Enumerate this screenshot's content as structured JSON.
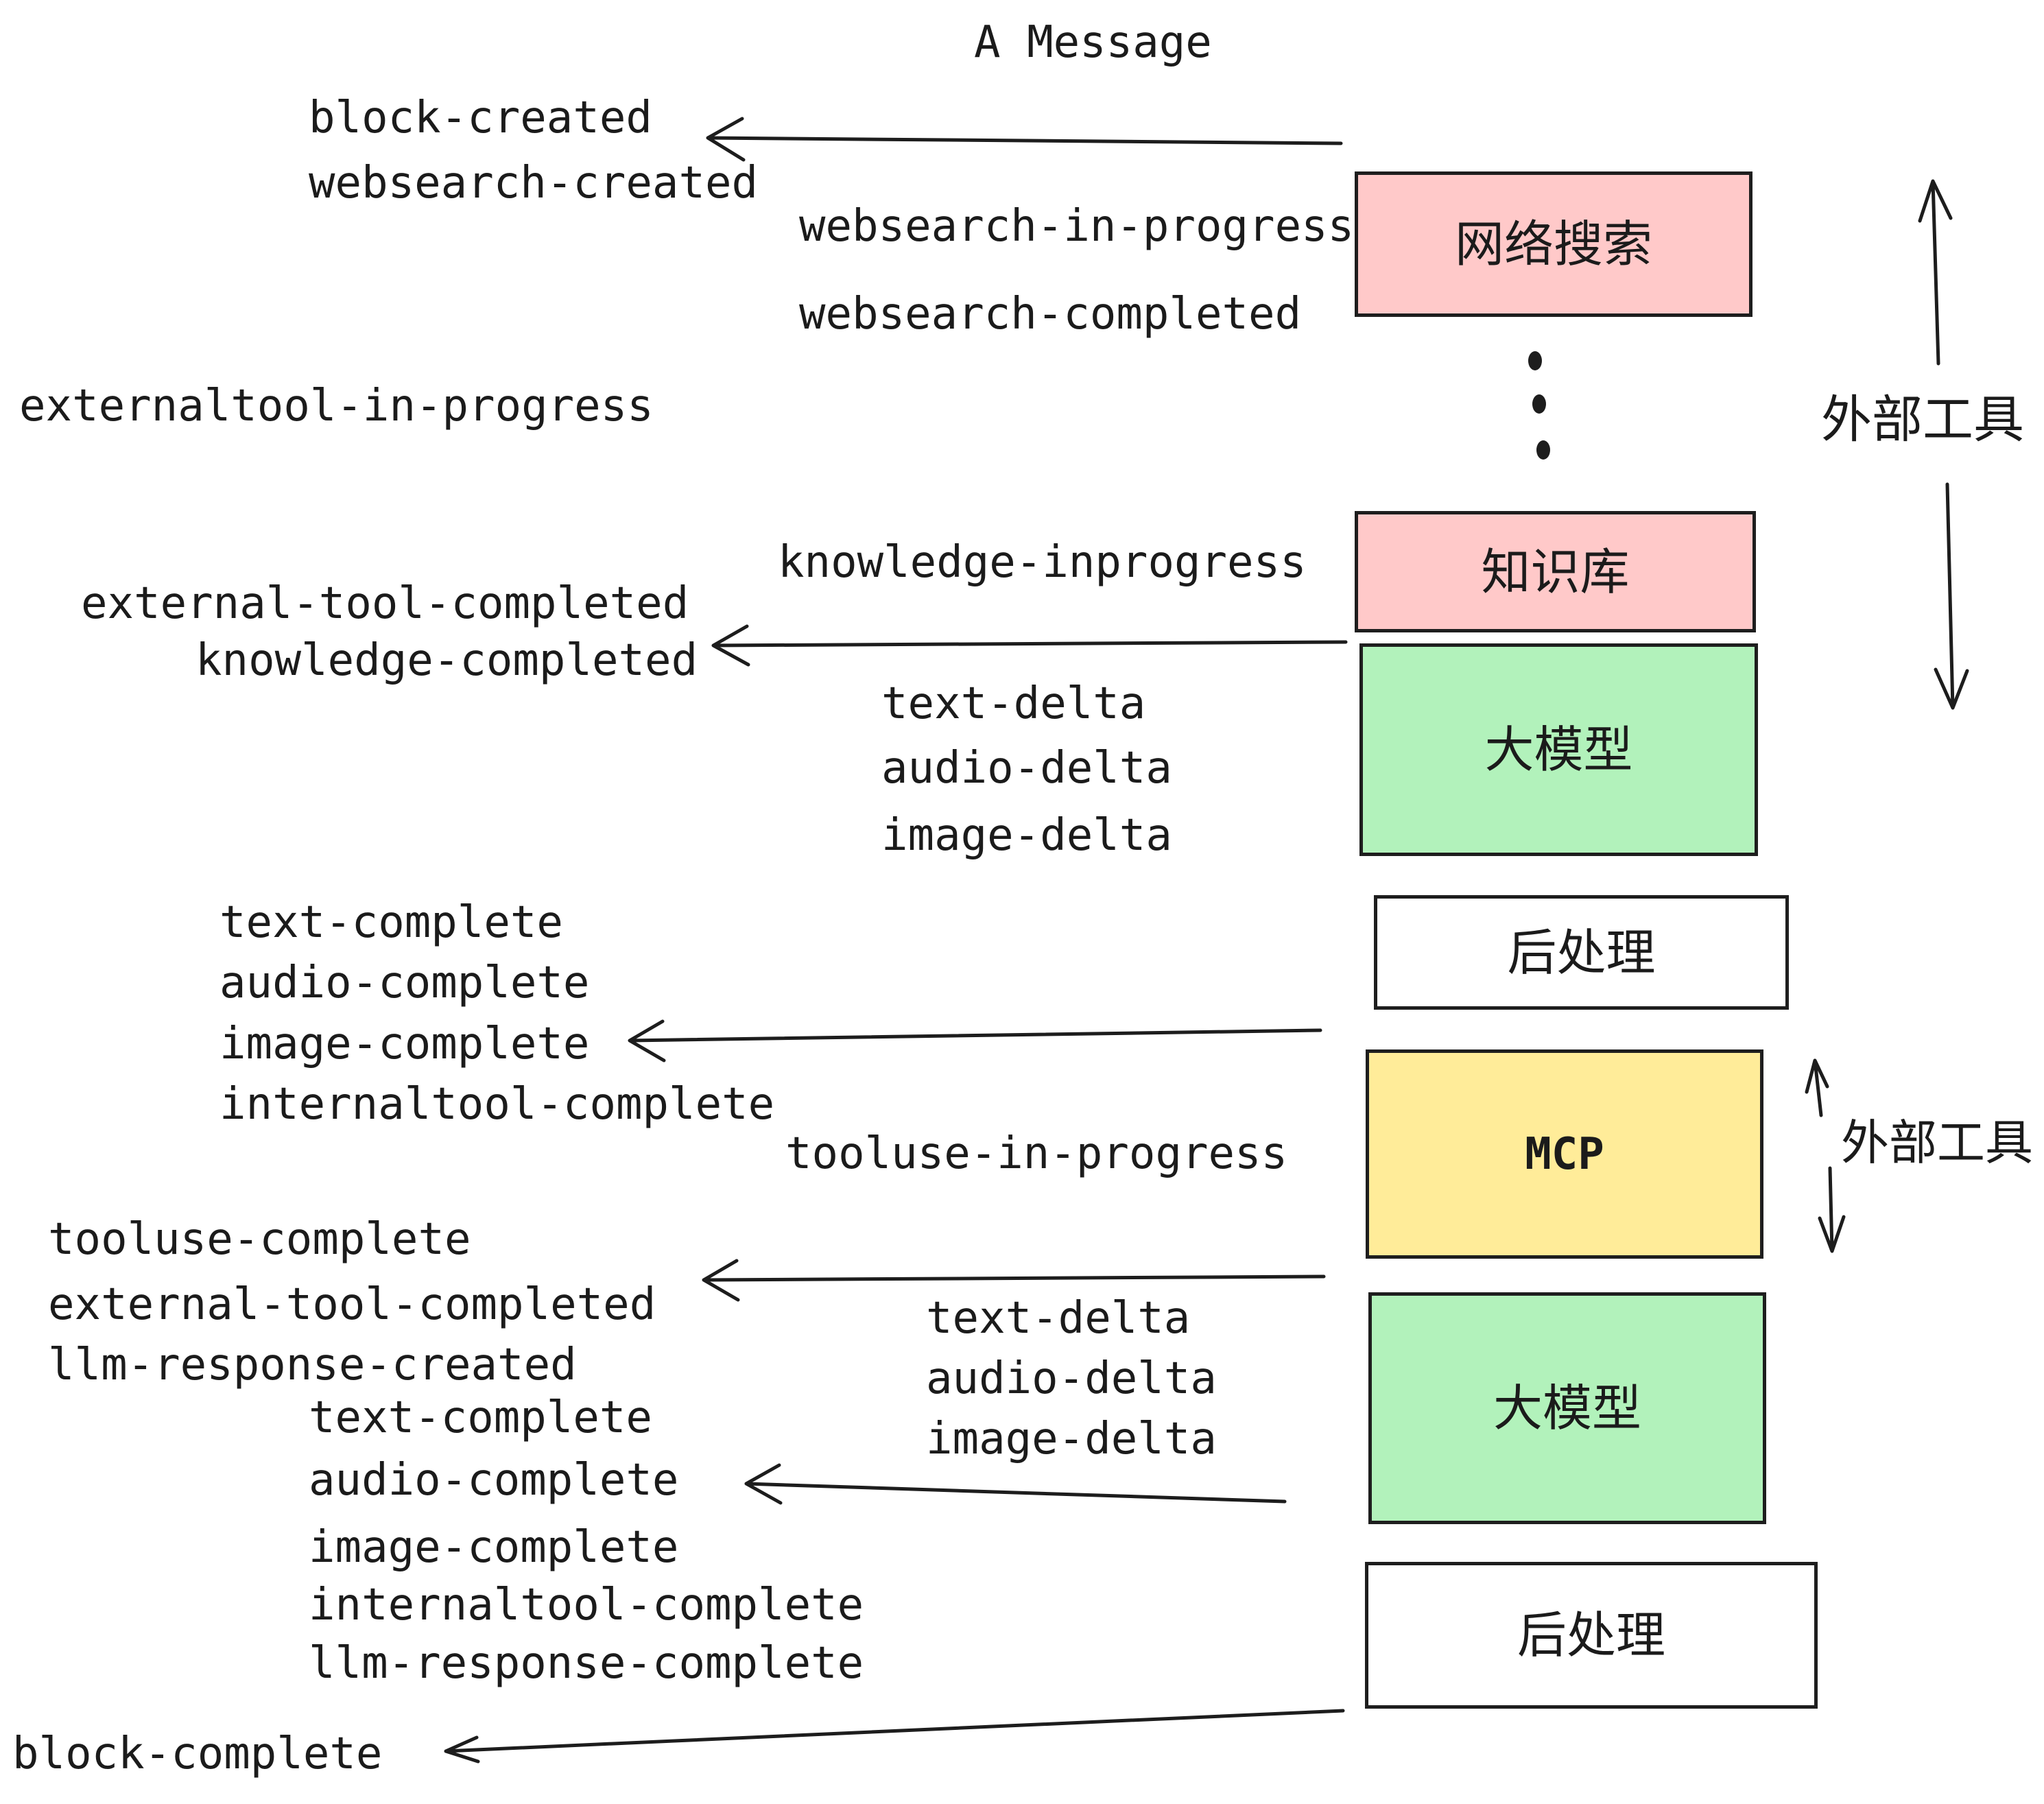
{
  "title": "A Message",
  "colors": {
    "box_pink": "#ffc9c9",
    "box_green": "#b2f2bb",
    "box_yellow": "#ffec99",
    "box_white": "#ffffff",
    "ink": "#1d1d1d"
  },
  "boxes": [
    {
      "label": "网络搜索",
      "color": "#ffc9c9"
    },
    {
      "label": "知识库",
      "color": "#ffc9c9"
    },
    {
      "label": "大模型",
      "color": "#b2f2bb"
    },
    {
      "label": "后处理",
      "color": "#ffffff"
    },
    {
      "label": "MCP",
      "color": "#ffec99"
    },
    {
      "label": "大模型",
      "color": "#b2f2bb"
    },
    {
      "label": "后处理",
      "color": "#ffffff"
    }
  ],
  "side_annotations": [
    {
      "label": "外部工具"
    },
    {
      "label": "外部工具"
    }
  ],
  "events": [
    "block-created",
    "websearch-created",
    "websearch-in-progress",
    "websearch-completed",
    "externaltool-in-progress",
    "knowledge-inprogress",
    "external-tool-completed",
    "knowledge-completed",
    "text-delta",
    "audio-delta",
    "image-delta",
    "text-complete",
    "audio-complete",
    "image-complete",
    "internaltool-complete",
    "tooluse-in-progress",
    "tooluse-complete",
    "external-tool-completed",
    "llm-response-created",
    "text-complete",
    "audio-complete",
    "image-complete",
    "internaltool-complete",
    "llm-response-complete",
    "block-complete",
    "text-delta",
    "audio-delta",
    "image-delta"
  ]
}
